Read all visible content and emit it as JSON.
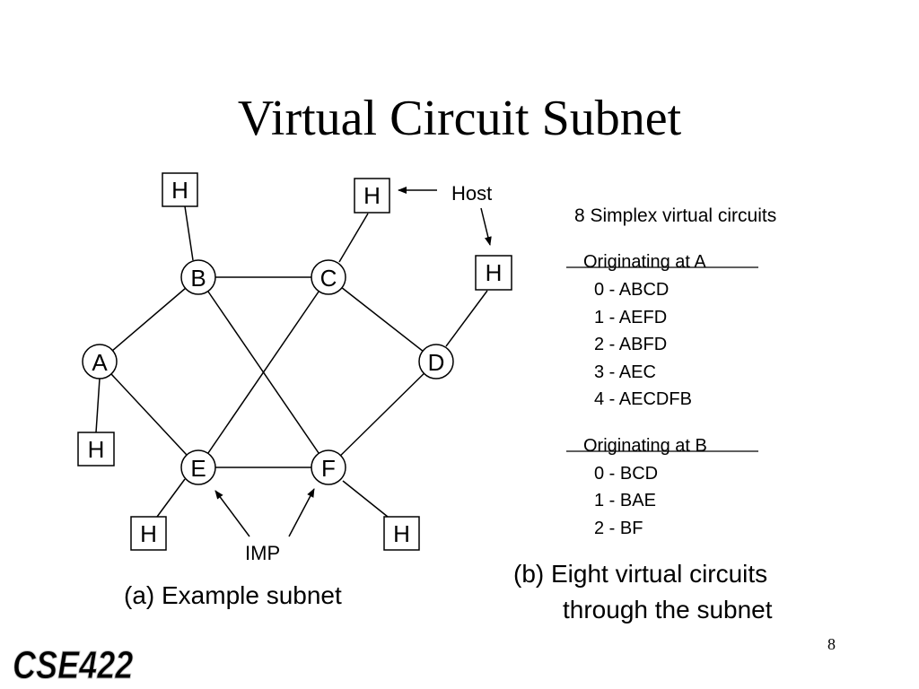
{
  "title": "Virtual Circuit Subnet",
  "diagram": {
    "routers": [
      {
        "id": "A",
        "label": "A"
      },
      {
        "id": "B",
        "label": "B"
      },
      {
        "id": "C",
        "label": "C"
      },
      {
        "id": "D",
        "label": "D"
      },
      {
        "id": "E",
        "label": "E"
      },
      {
        "id": "F",
        "label": "F"
      }
    ],
    "host_label": "H",
    "links": [
      [
        "A",
        "B"
      ],
      [
        "A",
        "E"
      ],
      [
        "B",
        "C"
      ],
      [
        "B",
        "F"
      ],
      [
        "C",
        "E"
      ],
      [
        "C",
        "D"
      ],
      [
        "D",
        "F"
      ],
      [
        "E",
        "F"
      ]
    ],
    "host_callout": "Host",
    "imp_callout": "IMP"
  },
  "circuits": {
    "heading": "8 Simplex virtual circuits",
    "groups": [
      {
        "title": "Originating at A",
        "entries": [
          "0 - ABCD",
          "1 - AEFD",
          "2 - ABFD",
          "3 - AEC",
          "4 - AECDFB"
        ]
      },
      {
        "title": "Originating at B",
        "entries": [
          "0 - BCD",
          "1 - BAE",
          "2 - BF"
        ]
      }
    ]
  },
  "captions": {
    "a": "(a) Example subnet",
    "b_line1": "(b) Eight virtual circuits",
    "b_line2": "through the subnet"
  },
  "footer": {
    "logo": "CSE422",
    "page_number": "8"
  }
}
